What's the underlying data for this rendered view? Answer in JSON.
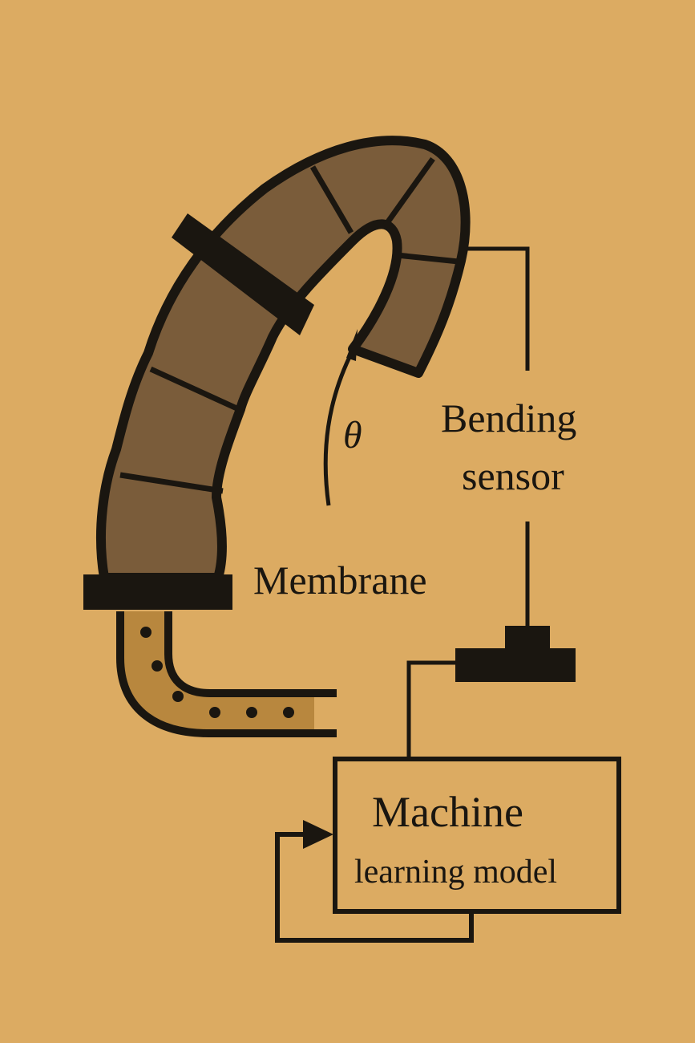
{
  "labels": {
    "theta": "θ",
    "bending_line1": "Bending",
    "bending_line2": "sensor",
    "membrane": "Membrane",
    "model_line1": "Machine",
    "model_line2": "learning model"
  },
  "colors": {
    "background": "#dcab62",
    "actuator_fill": "#7a5c3a",
    "tube_fill": "#b8873e",
    "ink": "#1a1610"
  }
}
